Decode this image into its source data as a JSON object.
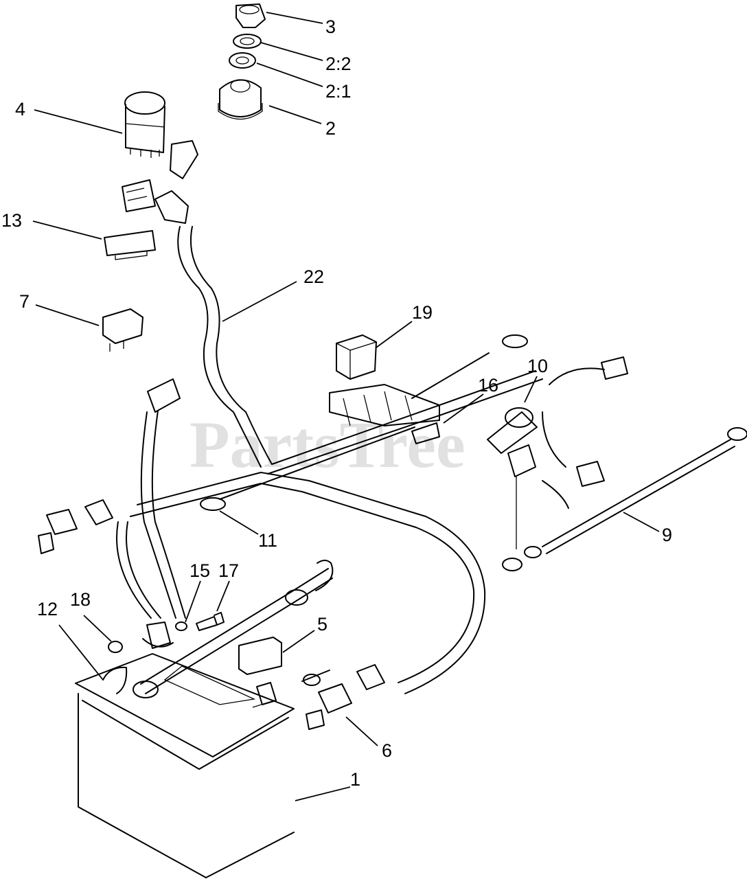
{
  "watermark": "PartsTree",
  "callouts": [
    {
      "id": "c3",
      "label": "3"
    },
    {
      "id": "c2-2",
      "label": "2:2"
    },
    {
      "id": "c2-1",
      "label": "2:1"
    },
    {
      "id": "c2",
      "label": "2"
    },
    {
      "id": "c4",
      "label": "4"
    },
    {
      "id": "c13",
      "label": "13"
    },
    {
      "id": "c22",
      "label": "22"
    },
    {
      "id": "c7",
      "label": "7"
    },
    {
      "id": "c19",
      "label": "19"
    },
    {
      "id": "c10",
      "label": "10"
    },
    {
      "id": "c16",
      "label": "16"
    },
    {
      "id": "c11",
      "label": "11"
    },
    {
      "id": "c9",
      "label": "9"
    },
    {
      "id": "c15",
      "label": "15"
    },
    {
      "id": "c17",
      "label": "17"
    },
    {
      "id": "c18",
      "label": "18"
    },
    {
      "id": "c12",
      "label": "12"
    },
    {
      "id": "c5",
      "label": "5"
    },
    {
      "id": "c6",
      "label": "6"
    },
    {
      "id": "c1",
      "label": "1"
    }
  ]
}
